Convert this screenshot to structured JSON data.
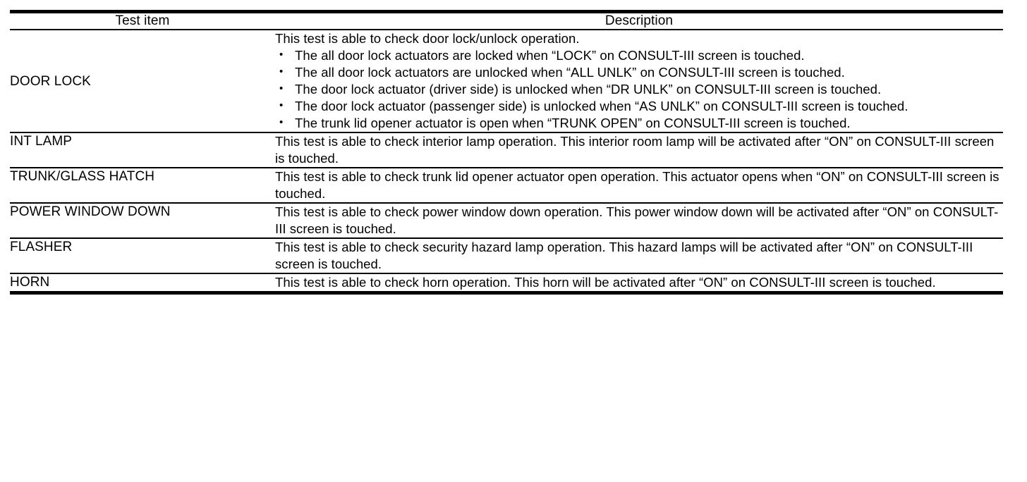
{
  "table": {
    "headers": {
      "test_item": "Test item",
      "description": "Description"
    },
    "rows": [
      {
        "item": "DOOR LOCK",
        "lead": "This test is able to check door lock/unlock operation.",
        "bullets": [
          "The all door lock actuators are locked when “LOCK” on CONSULT-III screen is touched.",
          "The all door lock actuators are unlocked when “ALL UNLK” on CONSULT-III screen is touched.",
          "The door lock actuator (driver side) is unlocked when “DR UNLK” on CONSULT-III screen is touched.",
          "The door lock actuator (passenger side) is unlocked when “AS UNLK” on CONSULT-III screen is touched.",
          "The trunk lid opener actuator is open when “TRUNK OPEN” on CONSULT-III screen is touched."
        ]
      },
      {
        "item": "INT LAMP",
        "lead": "This test is able to check interior lamp operation. This interior room lamp will be activated after “ON” on CONSULT-III screen is touched.",
        "bullets": []
      },
      {
        "item": "TRUNK/GLASS HATCH",
        "lead": "This test is able to check trunk lid opener actuator open operation. This actuator opens when “ON” on CONSULT-III screen is touched.",
        "bullets": []
      },
      {
        "item": "POWER WINDOW DOWN",
        "lead": "This test is able to check power window down operation. This power window down will be activated after “ON” on CONSULT-III screen is touched.",
        "bullets": []
      },
      {
        "item": "FLASHER",
        "lead": "This test is able to check security hazard lamp operation. This hazard lamps will be activated after “ON” on CONSULT-III screen is touched.",
        "bullets": []
      },
      {
        "item": "HORN",
        "lead": "This test is able to check horn operation. This horn will be activated after “ON” on CONSULT-III screen is touched.",
        "bullets": []
      }
    ]
  },
  "colors": {
    "rule": "#000000",
    "text": "#000000",
    "background": "#ffffff"
  }
}
